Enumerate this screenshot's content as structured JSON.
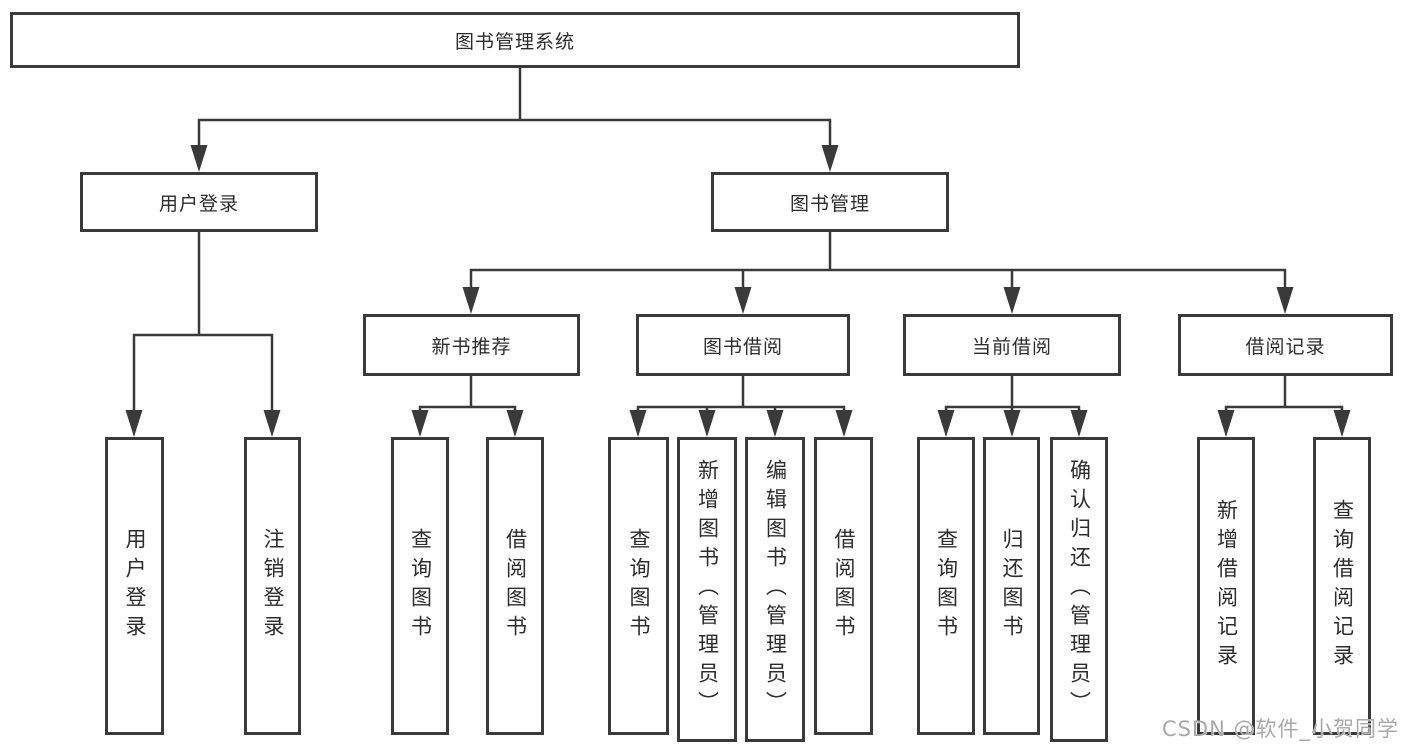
{
  "tree": {
    "root": "图书管理系统",
    "children": [
      {
        "label": "用户登录",
        "children": [
          "用户登录",
          "注销登录"
        ]
      },
      {
        "label": "图书管理",
        "children": [
          {
            "label": "新书推荐",
            "children": [
              "查询图书",
              "借阅图书"
            ]
          },
          {
            "label": "图书借阅",
            "children": [
              "查询图书",
              "新增图书（管理员）",
              "编辑图书（管理员）",
              "借阅图书"
            ]
          },
          {
            "label": "当前借阅",
            "children": [
              "查询图书",
              "归还图书",
              "确认归还（管理员）"
            ]
          },
          {
            "label": "借阅记录",
            "children": [
              "新增借阅记录",
              "查询借阅记录"
            ]
          }
        ]
      }
    ]
  },
  "watermark": {
    "text": "CSDN @软件_小贺同学",
    "color": "#a9a9a9"
  },
  "colors": {
    "background": "#ffffff",
    "line": "#3a3a3a",
    "box_border": "#3a3a3a",
    "text": "#2d2d2d"
  }
}
